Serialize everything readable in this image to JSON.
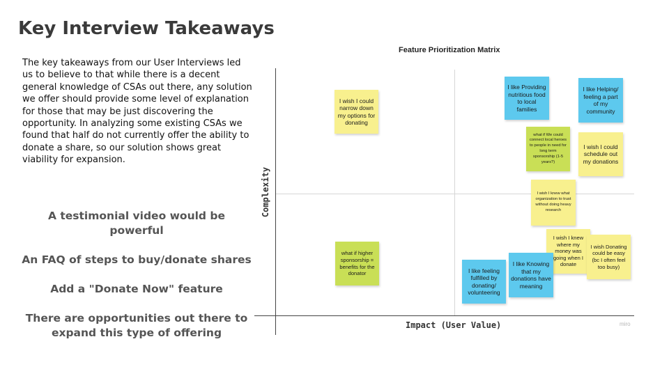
{
  "slide": {
    "title": "Key Interview Takeaways",
    "intro": "The key takeaways from our User Interviews led us to believe to that while there is a decent general knowledge of CSAs out there, any solution we offer should provide some level of explanation for those that may be just discovering the opportunity. In analyzing some existing CSAs we found that half do not currently offer the ability to donate a share, so our solution shows great viability for expansion.",
    "points": [
      "A testimonial video would be powerful",
      "An FAQ of steps to buy/donate shares",
      "Add a \"Donate Now\" feature",
      "There are opportunities out there to expand this type of offering"
    ]
  },
  "matrix": {
    "title": "Feature Prioritization Matrix",
    "x_label": "Impact (User Value)",
    "y_label": "Complexity",
    "brand": "miro",
    "colors": {
      "yellow": "#f8f08e",
      "blue": "#5dc9ee",
      "green": "#c9df56"
    },
    "notes": [
      {
        "text": "I wish I could narrow down my options for donating",
        "color": "yellow"
      },
      {
        "text": "I like Providing nutritious food to local families",
        "color": "blue"
      },
      {
        "text": "I like Helping/ feeling a part of my community",
        "color": "blue"
      },
      {
        "text": "what if We could connect local heroes to people in need for long term sponsorship (1-5 years?)",
        "color": "green"
      },
      {
        "text": "I wish I could schedule out my donations",
        "color": "yellow"
      },
      {
        "text": "I wish I knew what organization to trust without doing heavy research",
        "color": "yellow"
      },
      {
        "text": "what if higher sponsorship = benefits for the donator",
        "color": "green"
      },
      {
        "text": "I wish I knew where my money was going when I donate",
        "color": "yellow"
      },
      {
        "text": "I wish Donating could be easy (bc I often feel too busy)",
        "color": "yellow"
      },
      {
        "text": "I like Knowing that my donations have meaning",
        "color": "blue"
      },
      {
        "text": "I like feeling fulfilled by donating/ volunteering",
        "color": "blue"
      }
    ]
  }
}
